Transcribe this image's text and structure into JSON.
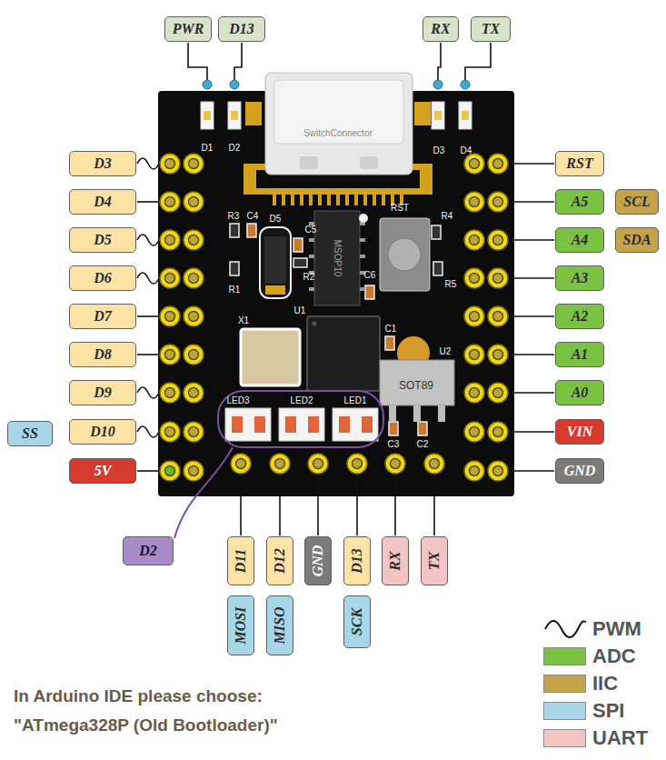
{
  "diagram": {
    "nodes": [
      {
        "text": [
          "PWR"
        ]
      },
      {
        "text": [
          "D13"
        ]
      },
      {
        "text": [
          "RX"
        ]
      },
      {
        "text": [
          "TX"
        ]
      },
      {
        "text": [
          "D3"
        ]
      },
      {
        "text": [
          "D4"
        ]
      },
      {
        "text": [
          "D5"
        ]
      },
      {
        "text": [
          "D6"
        ]
      },
      {
        "text": [
          "D7"
        ]
      },
      {
        "text": [
          "D8"
        ]
      },
      {
        "text": [
          "D9"
        ]
      },
      {
        "text": [
          "SS"
        ]
      },
      {
        "text": [
          "D10"
        ]
      },
      {
        "text": [
          "5V"
        ]
      },
      {
        "text": [
          "RST"
        ]
      },
      {
        "text": [
          "A5"
        ]
      },
      {
        "text": [
          "SCL"
        ]
      },
      {
        "text": [
          "A4"
        ]
      },
      {
        "text": [
          "SDA"
        ]
      },
      {
        "text": [
          "A3"
        ]
      },
      {
        "text": [
          "A2"
        ]
      },
      {
        "text": [
          "A1"
        ]
      },
      {
        "text": [
          "A0"
        ]
      },
      {
        "text": [
          "VIN"
        ]
      },
      {
        "text": [
          "GND"
        ]
      },
      {
        "text": [
          "D2"
        ]
      },
      {
        "text": [
          "D11"
        ]
      },
      {
        "text": [
          "D12"
        ]
      },
      {
        "text": [
          "GND"
        ]
      },
      {
        "text": [
          "D13"
        ]
      },
      {
        "text": [
          "RX"
        ]
      },
      {
        "text": [
          "TX"
        ]
      },
      {
        "text": [
          "MOSI"
        ]
      },
      {
        "text": [
          "MISO"
        ]
      },
      {
        "text": [
          "SCK"
        ]
      }
    ],
    "labels": [
      "D1",
      "D2",
      "D3",
      "D4",
      "SwitchConnector",
      "R3",
      "C4",
      "D5",
      "C5",
      "MSOP10",
      "RST",
      "R4",
      "R2",
      "C6",
      "R1",
      "R5",
      "X1",
      "U1",
      "C1",
      "U2",
      "SOT89",
      "LED3",
      "LED2",
      "LED1",
      "C3",
      "C2",
      "In Arduino IDE please choose:",
      "\"ATmega328P (Old Bootloader)\""
    ],
    "legend": [
      {
        "text": "PWM"
      },
      {
        "text": "ADC",
        "color": "#7cc242"
      },
      {
        "text": "IIC",
        "color": "#c4a349"
      },
      {
        "text": "SPI",
        "color": "#a7d6e8"
      },
      {
        "text": "UART",
        "color": "#f3c4c4"
      }
    ]
  }
}
